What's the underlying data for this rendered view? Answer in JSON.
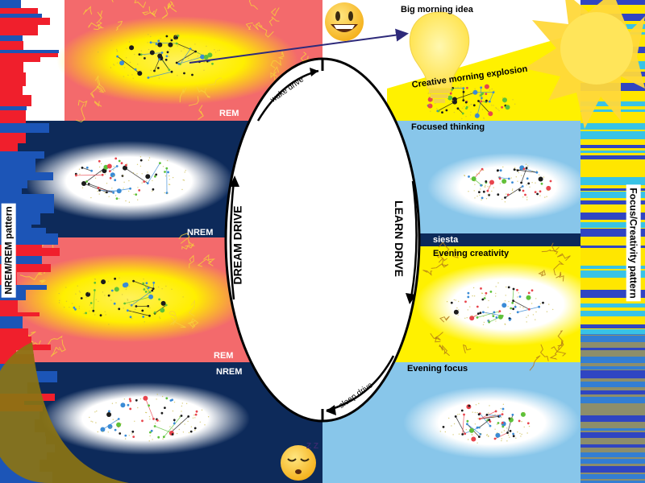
{
  "colors": {
    "rem_bg": "#f36a6c",
    "nrem_bg": "#0d2a5a",
    "light_blue": "#88c6ea",
    "yellow": "#fff100",
    "glow_white": "#ffffff",
    "brain_green": "#5ec13a",
    "brain_blue": "#3a8bd6",
    "brain_red": "#e8454d",
    "bar_red": "#f01f2c",
    "bar_blue": "#1c55b7",
    "stripe_yellow": "#ffe600",
    "stripe_blue": "#3045c2",
    "stripe_cyan": "#38c3e6",
    "moon": "#8b7412",
    "arrow_purple": "#2e2a7a",
    "sun": "#ffd83a"
  },
  "left_panels": [
    {
      "label": "REM",
      "theme": "rem"
    },
    {
      "label": "NREM",
      "theme": "nrem"
    },
    {
      "label": "REM",
      "theme": "rem"
    },
    {
      "label": "NREM",
      "theme": "nrem"
    }
  ],
  "right_panels": [
    {
      "label": "Creative morning explosion",
      "theme": "creative"
    },
    {
      "label": "Focused thinking",
      "theme": "focus"
    },
    {
      "label": "Evening creativity",
      "theme": "creative"
    },
    {
      "label": "Evening focus",
      "theme": "focus"
    }
  ],
  "top_idea_label": "Big morning idea",
  "siesta_label": "siesta",
  "cycle": {
    "wake_drive": "wake drive",
    "sleep_drive": "sleep drive",
    "learn_drive": "LEARN DRIVE",
    "dream_drive": "DREAM DRIVE"
  },
  "left_axis_label": "NREM/REM pattern",
  "right_axis_label": "Focus/Creativity pattern",
  "icons": {
    "happy_face": "smiling-face-icon",
    "sleepy_face": "sleeping-face-icon",
    "zzz": "Z Z",
    "lightbulb": "lightbulb-icon",
    "moon": "crescent-moon-icon",
    "sun": "sun-icon"
  }
}
